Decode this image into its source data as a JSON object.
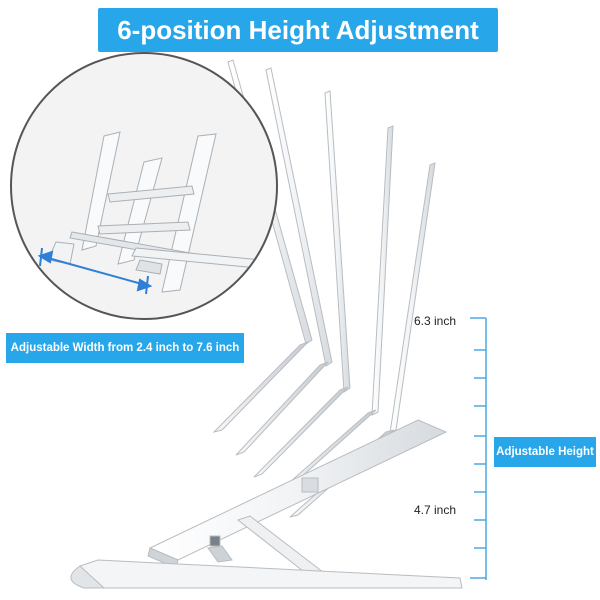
{
  "title": "6-position Height Adjustment",
  "width_label": "Adjustable Width from 2.4 inch to 7.6 inch",
  "height_label": "Adjustable Height",
  "measure_top": "6.3 inch",
  "measure_bottom": "4.7 inch",
  "colors": {
    "accent": "#27a6ea",
    "ruler": "#4aa8e0",
    "stand": "#e9ecef",
    "stand_edge": "#b9bec4"
  },
  "icons": [
    "double-arrow-icon"
  ]
}
